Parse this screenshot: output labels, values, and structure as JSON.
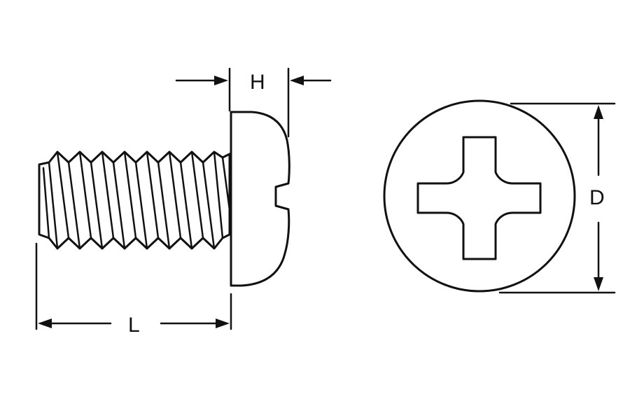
{
  "diagram": {
    "labels": {
      "head_height": "H",
      "length": "L",
      "diameter": "D"
    },
    "colors": {
      "line": "#111111",
      "background": "#ffffff"
    }
  }
}
